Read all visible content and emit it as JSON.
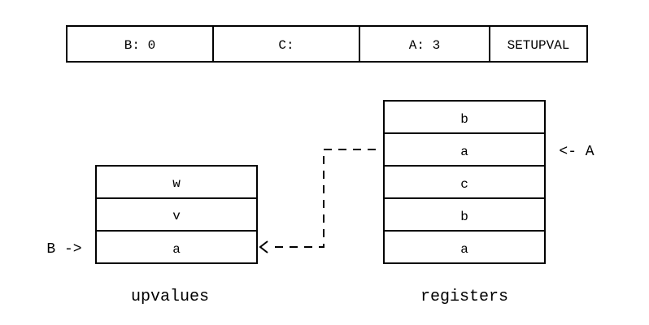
{
  "instruction": {
    "fields": [
      {
        "label": "B: 0"
      },
      {
        "label": "C:"
      },
      {
        "label": "A: 3"
      },
      {
        "label": "SETUPVAL"
      }
    ]
  },
  "upvalues": {
    "cells": [
      "w",
      "v",
      "a"
    ],
    "caption": "upvalues",
    "pointer": "B ->"
  },
  "registers": {
    "cells": [
      "b",
      "a",
      "c",
      "b",
      "a"
    ],
    "caption": "registers",
    "pointer": "<- A"
  }
}
